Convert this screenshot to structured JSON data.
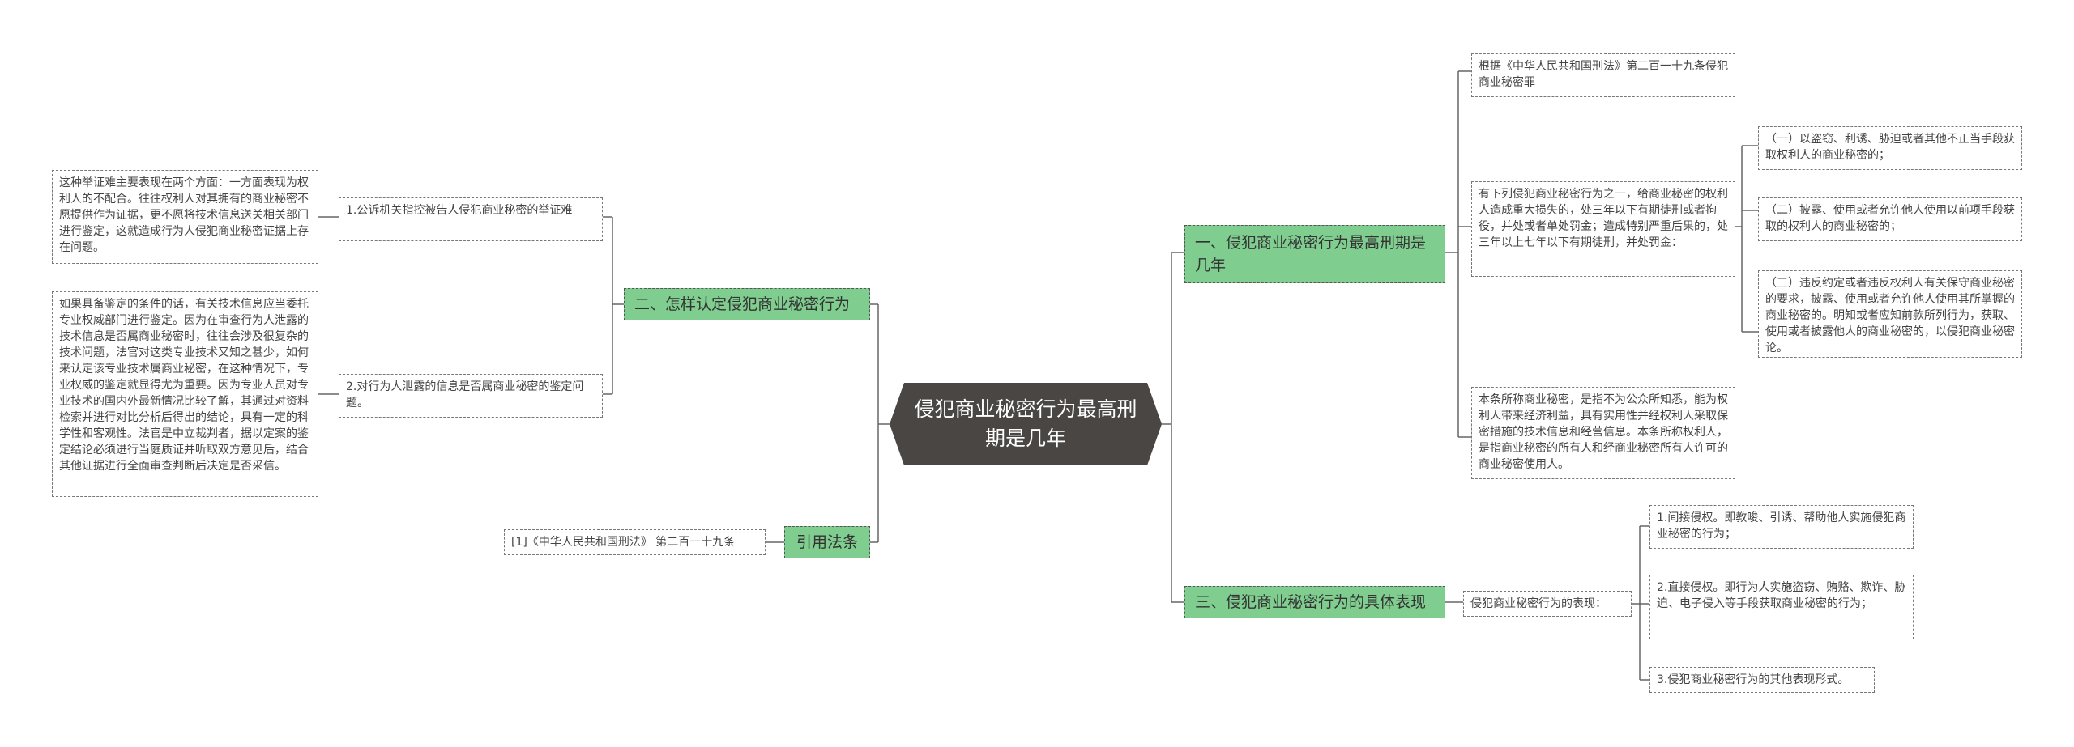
{
  "center": "侵犯商业秘密行为最高刑期是几年",
  "branches": {
    "b1": "一、侵犯商业秘密行为最高刑期是几年",
    "b2": "二、怎样认定侵犯商业秘密行为",
    "b3": "三、侵犯商业秘密行为的具体表现",
    "b4": "引用法条"
  },
  "right1": {
    "law": "根据《中华人民共和国刑法》第二百一十九条侵犯商业秘密罪",
    "penalty": "有下列侵犯商业秘密行为之一，给商业秘密的权利人造成重大损失的，处三年以下有期徒刑或者拘役，并处或者单处罚金；造成特别严重后果的，处三年以上七年以下有期徒刑，并处罚金：",
    "acts": [
      "（一）以盗窃、利诱、胁迫或者其他不正当手段获取权利人的商业秘密的；",
      "（二）披露、使用或者允许他人使用以前项手段获取的权利人的商业秘密的；",
      "（三）违反约定或者违反权利人有关保守商业秘密的要求，披露、使用或者允许他人使用其所掌握的商业秘密的。明知或者应知前款所列行为，获取、使用或者披露他人的商业秘密的，以侵犯商业秘密论。"
    ],
    "definition": "本条所称商业秘密，是指不为公众所知悉，能为权利人带来经济利益，具有实用性并经权利人采取保密措施的技术信息和经营信息。本条所称权利人，是指商业秘密的所有人和经商业秘密所有人许可的商业秘密使用人。"
  },
  "right3": {
    "intro": "侵犯商业秘密行为的表现：",
    "items": [
      "1.间接侵权。即教唆、引诱、帮助他人实施侵犯商业秘密的行为；",
      "2.直接侵权。即行为人实施盗窃、贿赂、欺诈、胁迫、电子侵入等手段获取商业秘密的行为；",
      "3.侵犯商业秘密行为的其他表现形式。"
    ]
  },
  "left2": {
    "q1": "1.公诉机关指控被告人侵犯商业秘密的举证难",
    "q1_detail": "这种举证难主要表现在两个方面：一方面表现为权利人的不配合。往往权利人对其拥有的商业秘密不愿提供作为证据，更不愿将技术信息送关相关部门进行鉴定，这就造成行为人侵犯商业秘密证据上存在问题。",
    "q2": "2.对行为人泄露的信息是否属商业秘密的鉴定问题。",
    "q2_detail": "如果具备鉴定的条件的话，有关技术信息应当委托专业权威部门进行鉴定。因为在审查行为人泄露的技术信息是否属商业秘密时，往往会涉及很复杂的技术问题，法官对这类专业技术又知之甚少，如何来认定该专业技术属商业秘密，在这种情况下，专业权威的鉴定就显得尤为重要。因为专业人员对专业技术的国内外最新情况比较了解，其通过对资料检索并进行对比分析后得出的结论，具有一定的科学性和客观性。法官是中立裁判者，据以定案的鉴定结论必须进行当庭质证并听取双方意见后，结合其他证据进行全面审查判断后决定是否采信。"
  },
  "left4": {
    "ref": "[1]《中华人民共和国刑法》 第二百一十九条"
  }
}
